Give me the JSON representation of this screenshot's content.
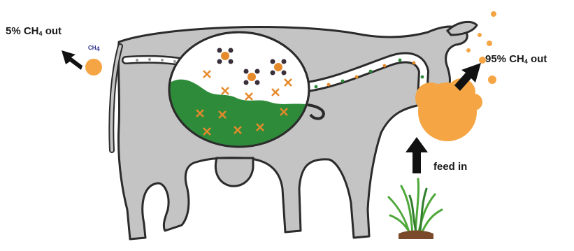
{
  "labels": {
    "out_left_prefix": "5% CH",
    "out_left_sub": "4",
    "out_left_suffix": " out",
    "out_right_prefix": "95% CH",
    "out_right_sub": "4",
    "out_right_suffix": " out",
    "feed": "feed in",
    "small_molecule_prefix": "CH",
    "small_molecule_sub": "4"
  },
  "colors": {
    "cow_fill": "#c4c4c4",
    "cow_outline": "#2b2b2b",
    "rumen_liquid": "#2e8b3a",
    "methane_orange": "#f5a543",
    "molecule_center": "#e58a2b",
    "arrow": "#111111",
    "grass": "#4fa83a"
  }
}
